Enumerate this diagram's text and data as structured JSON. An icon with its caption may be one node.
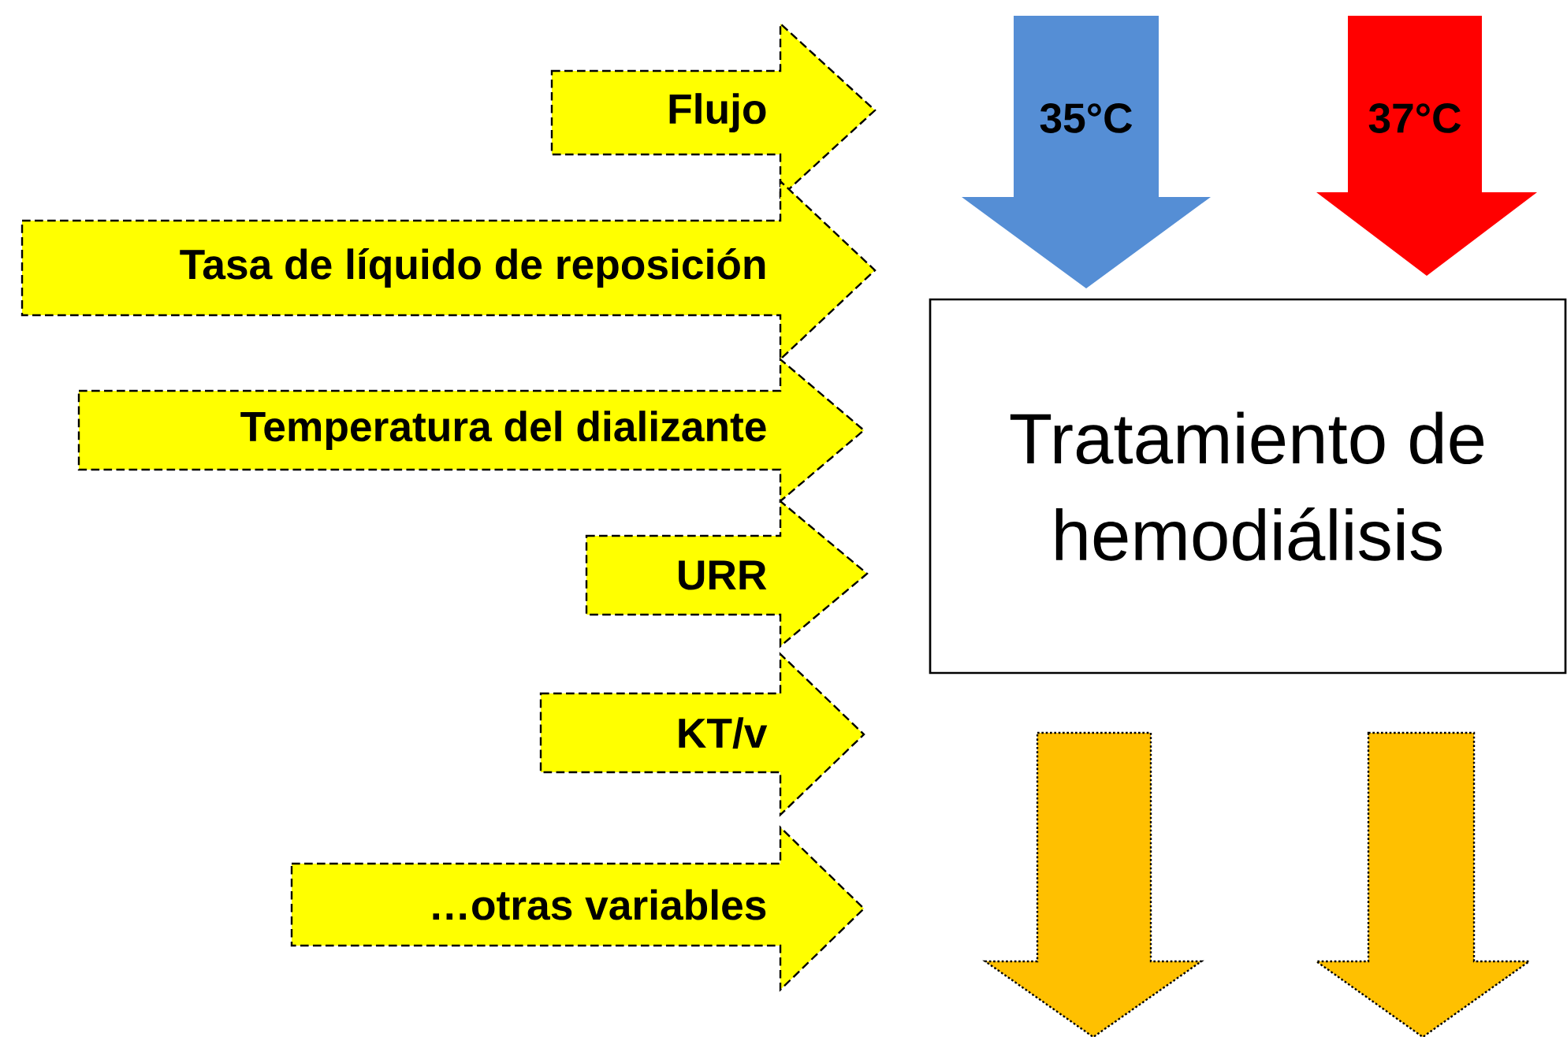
{
  "diagram": {
    "nodes": [
      {
        "text": [
          "Flujo"
        ]
      },
      {
        "text": [
          "Tasa de líquido de reposición"
        ]
      },
      {
        "text": [
          "Temperatura del dializante"
        ]
      },
      {
        "text": [
          "URR"
        ]
      },
      {
        "text": [
          "KT/v"
        ]
      },
      {
        "text": [
          "…otras variables"
        ]
      },
      {
        "text": [
          "35°C"
        ]
      },
      {
        "text": [
          "37°C"
        ]
      },
      {
        "text": [
          "Tratamiento de hemodiálisis"
        ]
      },
      {
        "text": [],
        "shape": "arrow"
      },
      {
        "text": [],
        "shape": "arrow"
      }
    ]
  }
}
